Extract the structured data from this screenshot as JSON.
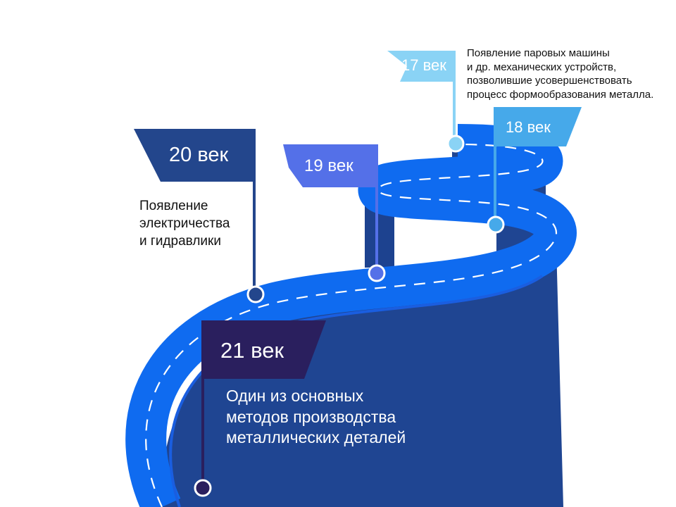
{
  "milestones": [
    {
      "id": "m17",
      "label": "17 век",
      "description": "Появление паровых машины\nи др. механических устройств,\nпозволившие усовершенствовать\nпроцесс формообразования металла.",
      "color": "#8ad3f5"
    },
    {
      "id": "m18",
      "label": "18 век",
      "description": "",
      "color": "#46a9ea"
    },
    {
      "id": "m19",
      "label": "19 век",
      "description": "",
      "color": "#5470e8"
    },
    {
      "id": "m20",
      "label": "20 век",
      "description": "Появление\nэлектричества\nи гидравлики",
      "color": "#23468c"
    },
    {
      "id": "m21",
      "label": "21 век",
      "description": "Один из основных\nметодов производства\nметаллических деталей",
      "color": "#2a1f5e"
    }
  ],
  "colors": {
    "road": "#0f6bf0",
    "road_edge": "#1c55c8",
    "wall": "#1f4592",
    "wall_dark": "#193a82",
    "dash": "#ffffff"
  }
}
